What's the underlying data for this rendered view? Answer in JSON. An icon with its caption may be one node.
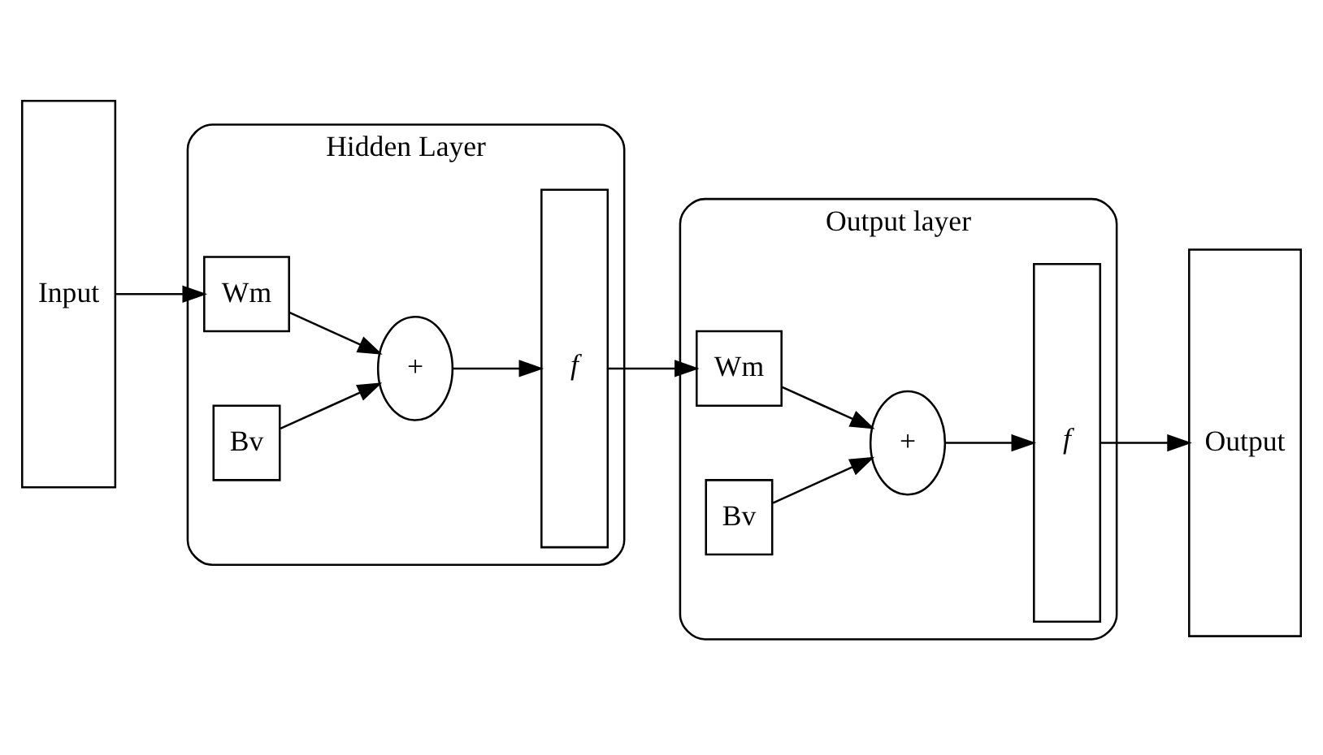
{
  "diagram": {
    "nodes": [
      {
        "text": [
          "Input"
        ]
      },
      {
        "text": [
          "Hidden Layer"
        ]
      },
      {
        "text": [
          "Wm"
        ],
        "in": 1
      },
      {
        "text": [
          "Bv"
        ],
        "in": 1
      },
      {
        "text": [
          "+"
        ],
        "in": 1
      },
      {
        "text": [
          "f"
        ],
        "in": 1
      },
      {
        "text": [
          "Output layer"
        ]
      },
      {
        "text": [
          "Wm"
        ],
        "in": 6
      },
      {
        "text": [
          "Bv"
        ],
        "in": 6
      },
      {
        "text": [
          "+"
        ],
        "in": 6
      },
      {
        "text": [
          "f"
        ],
        "in": 6
      },
      {
        "text": [
          "Output"
        ]
      }
    ],
    "edges": [
      {
        "from": 0,
        "to": 2,
        "arrow": "to"
      },
      {
        "from": 2,
        "to": 4,
        "arrow": "to"
      },
      {
        "from": 3,
        "to": 4,
        "arrow": "to"
      },
      {
        "from": 4,
        "to": 5,
        "arrow": "to"
      },
      {
        "from": 5,
        "to": 7,
        "arrow": "to"
      },
      {
        "from": 7,
        "to": 9,
        "arrow": "to"
      },
      {
        "from": 8,
        "to": 9,
        "arrow": "to"
      },
      {
        "from": 9,
        "to": 10,
        "arrow": "to"
      },
      {
        "from": 10,
        "to": 11,
        "arrow": "to"
      }
    ]
  }
}
